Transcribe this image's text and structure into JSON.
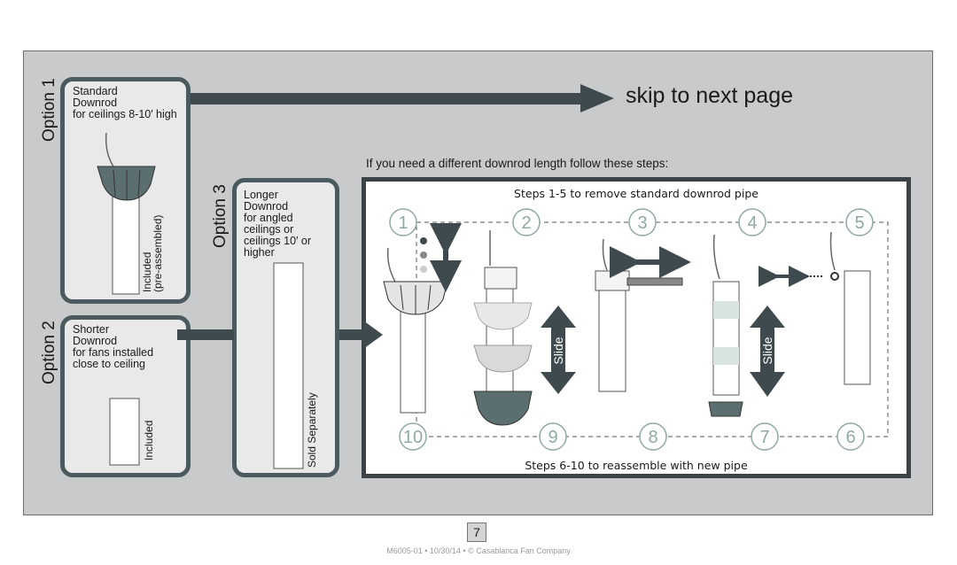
{
  "option1": {
    "title": "Option 1",
    "text": "Standard\nDownrod\nfor ceilings 8-10′ high",
    "side_label": "Included\n(pre-assembled)"
  },
  "option2": {
    "title": "Option 2",
    "text": "Shorter\nDownrod\nfor fans installed\nclose to ceiling",
    "side_label": "Included"
  },
  "option3": {
    "title": "Option 3",
    "text": "Longer\nDownrod\nfor angled\nceilings or\nceilings 10′ or\nhigher",
    "side_label": "Sold Separately"
  },
  "skip_text": "skip to next page",
  "intro_text": "If you need a different downrod length follow these steps:",
  "steps": {
    "top_heading": "Steps 1-5 to remove standard downrod pipe",
    "bottom_heading": "Steps 6-10 to reassemble with new pipe",
    "top_numbers": [
      "1",
      "2",
      "3",
      "4",
      "5"
    ],
    "bottom_numbers": [
      "10",
      "9",
      "8",
      "7",
      "6"
    ],
    "slide_label": "Slide"
  },
  "page_number": "7",
  "footer": "M6005-01 • 10/30/14 • © Casablanca Fan Company",
  "colors": {
    "panel": "#c9cacb",
    "box_border": "#4a5a5e",
    "arrow": "#3f4a4e",
    "canopy": "#5c6f70",
    "step_circle": "#bfd3cf"
  }
}
